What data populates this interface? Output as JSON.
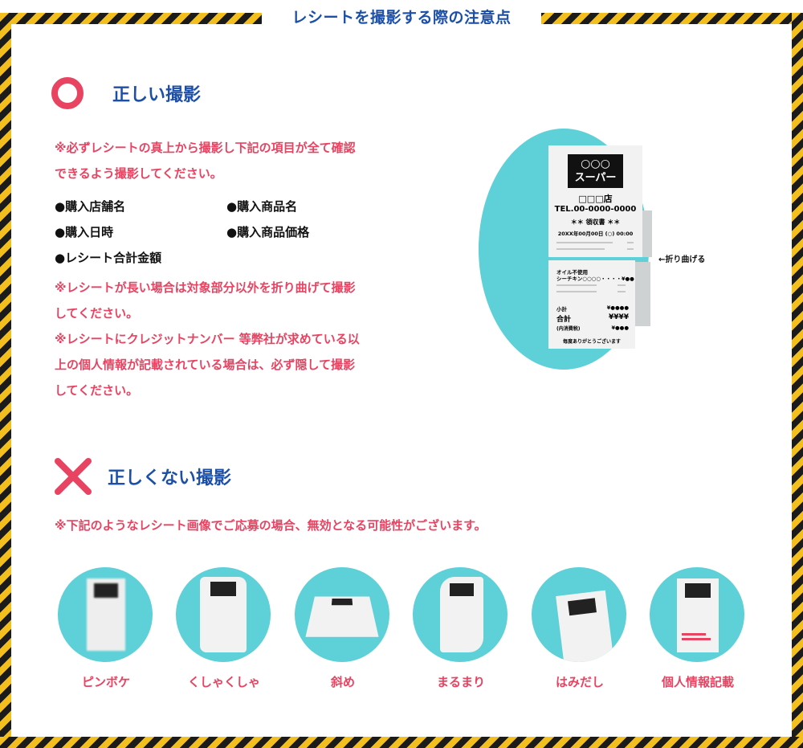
{
  "header": {
    "title": "レシートを撮影する際の注意点"
  },
  "good": {
    "heading": "正しい撮影",
    "note1_line1": "※必ずレシートの真上から撮影し下記の項目が全て確認",
    "note1_line2": "できるよう撮影してください。",
    "items": [
      "●購入店舗名",
      "●購入商品名",
      "●購入日時",
      "●購入商品価格",
      "●レシート合計金額"
    ],
    "note2_line1": "※レシートが長い場合は対象部分以外を折り曲げて撮影",
    "note2_line2": "してください。",
    "note3_line1": "※レシートにクレジットナンバー 等弊社が求めている以",
    "note3_line2": "上の個人情報が記載されている場合は、必ず隠して撮影",
    "note3_line3": "してください。"
  },
  "receipt": {
    "logo_top": "○○○",
    "logo_bottom": "スーパー",
    "store": "□□□店",
    "tel": "TEL.00-0000-0000",
    "receipt_title": "＊＊ 領収書 ＊＊",
    "date": "20XX年00月00日 (○) 00:00",
    "item1": "オイル不使用",
    "item2": "シーチキン○○○○・・・・¥●●",
    "subtotal_label": "小計",
    "subtotal_value": "¥●●●●",
    "total_label": "合計",
    "total_value": "¥¥¥¥",
    "tax_label": "(内消費税)",
    "tax_value": "¥●●●",
    "thanks": "毎度ありがとうございます",
    "fold_note": "←折り曲げる"
  },
  "bad": {
    "heading": "正しくない撮影",
    "note": "※下記のようなレシート画像でご応募の場合、無効となる可能性がございます。",
    "examples": [
      "ピンボケ",
      "くしゃくしゃ",
      "斜め",
      "まるまり",
      "はみだし",
      "個人情報記載"
    ]
  },
  "colors": {
    "title_blue": "#1b4fa8",
    "accent_red": "#e84361",
    "circle_teal": "#5ed0d8",
    "stripe_yellow": "#f2bf1f"
  }
}
